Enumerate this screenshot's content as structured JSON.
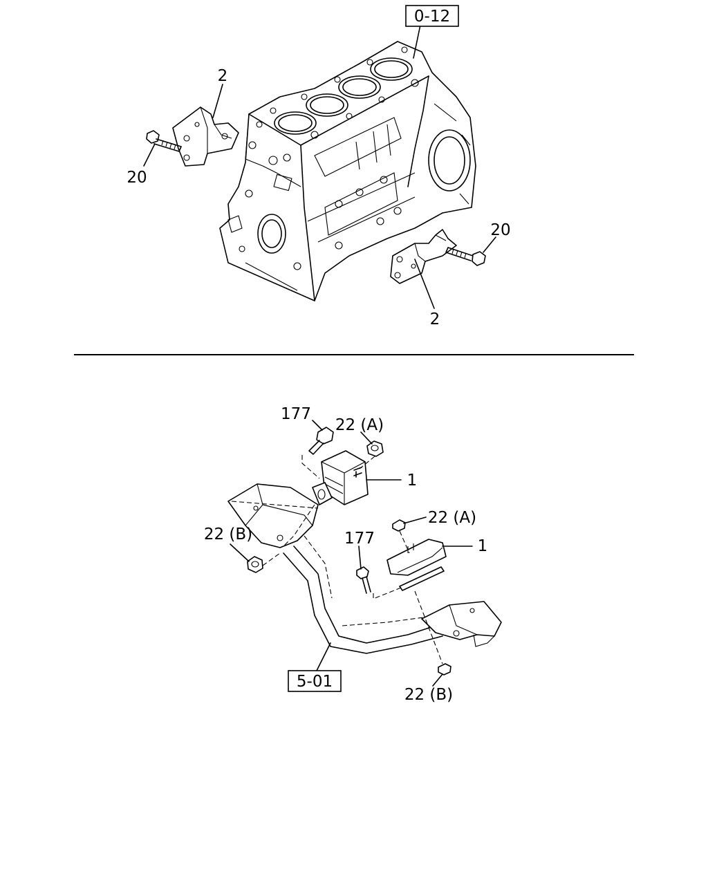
{
  "top_view": {
    "ref_box": "0-12",
    "callouts": {
      "bracket_left": "2",
      "bolt_left": "20",
      "bolt_right": "20",
      "bracket_right": "2"
    }
  },
  "bottom_view": {
    "ref_box": "5-01",
    "callouts": {
      "bolt_upper": "177",
      "nut_upper_a": "22 (A)",
      "mount_upper": "1",
      "nut_left_b": "22 (B)",
      "nut_right_a": "22 (A)",
      "bolt_lower": "177",
      "mount_lower": "1",
      "nut_bottom_b": "22 (B)"
    }
  }
}
